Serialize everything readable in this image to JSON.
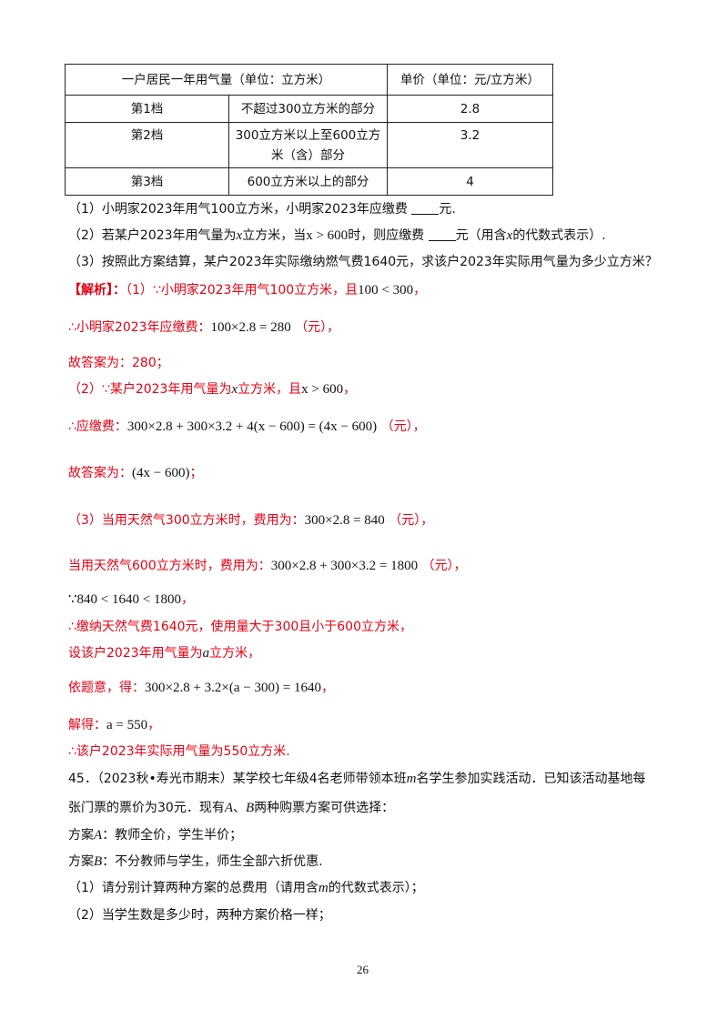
{
  "table": {
    "header_left": "一户居民一年用气量（单位：立方米）",
    "header_right": "单价（单位：元/立方米）",
    "rows": [
      {
        "tier": "第1档",
        "range": "不超过300立方米的部分",
        "price": "2.8"
      },
      {
        "tier": "第2档",
        "range_line1": "300立方米以上至600立方",
        "range_line2": "米（含）部分",
        "price": "3.2"
      },
      {
        "tier": "第3档",
        "range": "600立方米以上的部分",
        "price": "4"
      }
    ]
  },
  "questions": {
    "q1_a": "（1）小明家2023年用气100立方米，小明家2023年应缴费",
    "q1_b": "元.",
    "q2_a": "（2）若某户2023年用气量为",
    "q2_var": "x",
    "q2_b": "立方米，当",
    "q2_cond": "x > 600",
    "q2_c": "时，则应缴费",
    "q2_d": "元（用含",
    "q2_e": "的代数式表示）.",
    "q3": "（3）按照此方案结算，某户2023年实际缴纳燃气费1640元，求该户2023年实际用气量为多少立方米？"
  },
  "solution": {
    "tag": "【解析】：",
    "s1": "（1）∵小明家2023年用气100立方米，且",
    "s1_math": "100 < 300",
    "s1_end": "，",
    "s2": "∴小明家2023年应缴费：",
    "s2_math": "100×2.8 = 280",
    "s2_unit": "（元），",
    "s3": "故答案为：280；",
    "s4": "（2）∵某户2023年用气量为",
    "s4_var": "x",
    "s4_b": "立方米，且",
    "s4_math": "x > 600",
    "s4_end": "，",
    "s5": "∴应缴费：",
    "s5_math": "300×2.8 + 300×3.2 + 4(x − 600) = (4x − 600)",
    "s5_unit": "（元），",
    "s6": "故答案为：",
    "s6_math": "(4x − 600)",
    "s6_end": "；",
    "s7": "（3）当用天然气300立方米时，费用为：",
    "s7_math": "300×2.8 = 840",
    "s7_unit": "（元），",
    "s8": "当用天然气600立方米时，费用为：",
    "s8_math": "300×2.8 + 300×3.2 = 1800",
    "s8_unit": "（元），",
    "s9_math": "∵840 < 1640 < 1800",
    "s9_end": "，",
    "s10": "∴缴纳天然气费1640元，使用量大于300且小于600立方米，",
    "s11_a": "设该户2023年用气量为",
    "s11_var": "a",
    "s11_b": "立方米，",
    "s12": "依题意，得：",
    "s12_math": "300×2.8 + 3.2×(a − 300) = 1640",
    "s12_end": "，",
    "s13": "解得：",
    "s13_math": "a = 550",
    "s13_end": "，",
    "s14": "∴该户2023年实际用气量为550立方米."
  },
  "problem45": {
    "l1_a": "45．（2023秋•寿光市期末）某学校七年级4名老师带领本班",
    "l1_var": "m",
    "l1_b": "名学生参加实践活动．已知该活动基地每",
    "l2_a": "张门票的票价为30元．现有",
    "l2_A": "A",
    "l2_sep": "、",
    "l2_B": "B",
    "l2_b": "两种购票方案可供选择：",
    "l3_a": "方案",
    "l3_var": "A",
    "l3_b": "：教师全价，学生半价；",
    "l4_a": "方案",
    "l4_var": "B",
    "l4_b": "：不分教师与学生，师生全部六折优惠.",
    "l5_a": "（1）请分别计算两种方案的总费用（请用含",
    "l5_var": "m",
    "l5_b": "的代数式表示）；",
    "l6": "（2）当学生数是多少时，两种方案价格一样；"
  },
  "page_number": "26"
}
